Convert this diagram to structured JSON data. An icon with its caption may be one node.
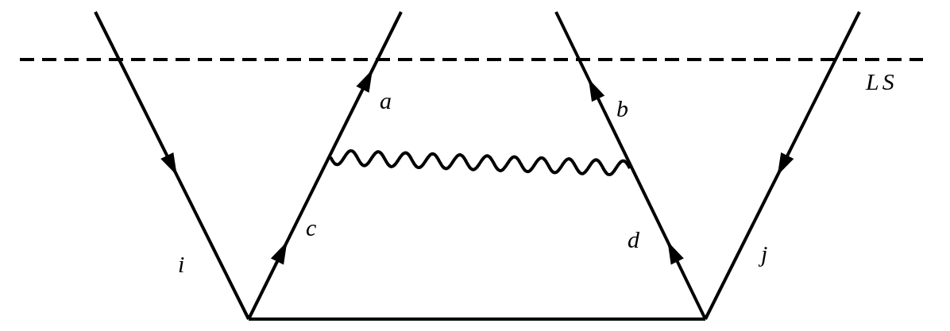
{
  "diagram": {
    "labels": [
      "LS",
      "a",
      "b",
      "c",
      "d",
      "i",
      "j"
    ]
  }
}
